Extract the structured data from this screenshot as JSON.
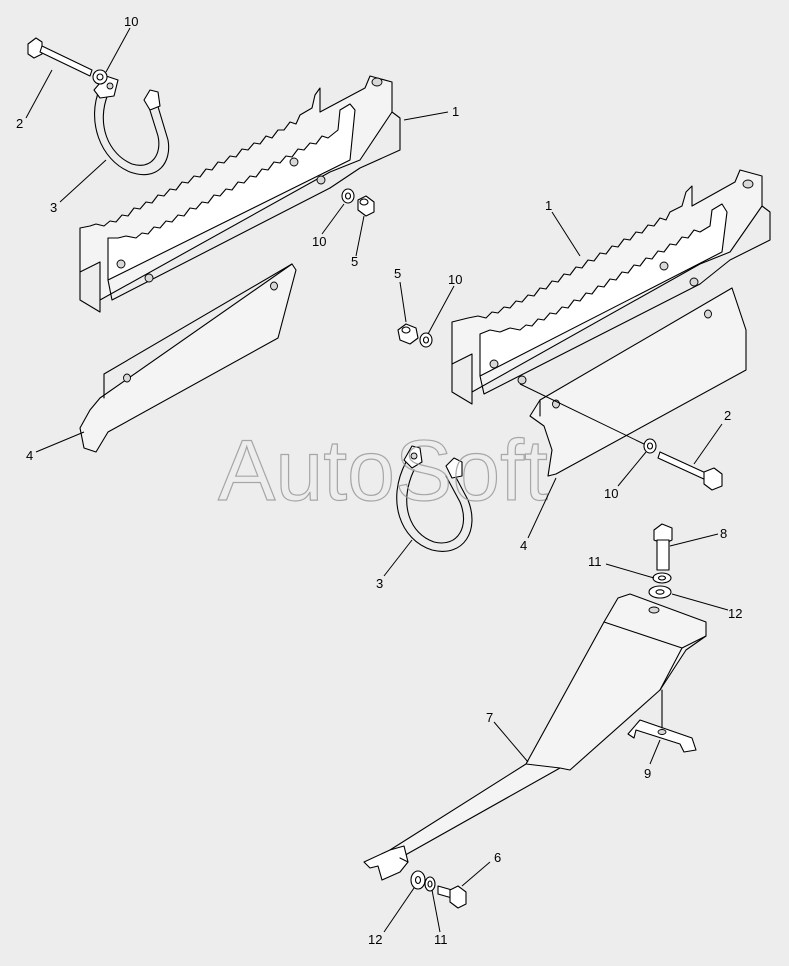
{
  "watermark": "AutoSoft",
  "callouts": [
    {
      "id": "c1a",
      "text": "1"
    },
    {
      "id": "c2a",
      "text": "2"
    },
    {
      "id": "c3a",
      "text": "3"
    },
    {
      "id": "c4a",
      "text": "4"
    },
    {
      "id": "c10a",
      "text": "10"
    },
    {
      "id": "c10b",
      "text": "10"
    },
    {
      "id": "c5a",
      "text": "5"
    },
    {
      "id": "c5b",
      "text": "5"
    },
    {
      "id": "c10c",
      "text": "10"
    },
    {
      "id": "c1b",
      "text": "1"
    },
    {
      "id": "c2b",
      "text": "2"
    },
    {
      "id": "c10d",
      "text": "10"
    },
    {
      "id": "c4b",
      "text": "4"
    },
    {
      "id": "c3b",
      "text": "3"
    },
    {
      "id": "c8",
      "text": "8"
    },
    {
      "id": "c11a",
      "text": "11"
    },
    {
      "id": "c12a",
      "text": "12"
    },
    {
      "id": "c7",
      "text": "7"
    },
    {
      "id": "c9",
      "text": "9"
    },
    {
      "id": "c6",
      "text": "6"
    },
    {
      "id": "c12b",
      "text": "12"
    },
    {
      "id": "c11b",
      "text": "11"
    }
  ]
}
